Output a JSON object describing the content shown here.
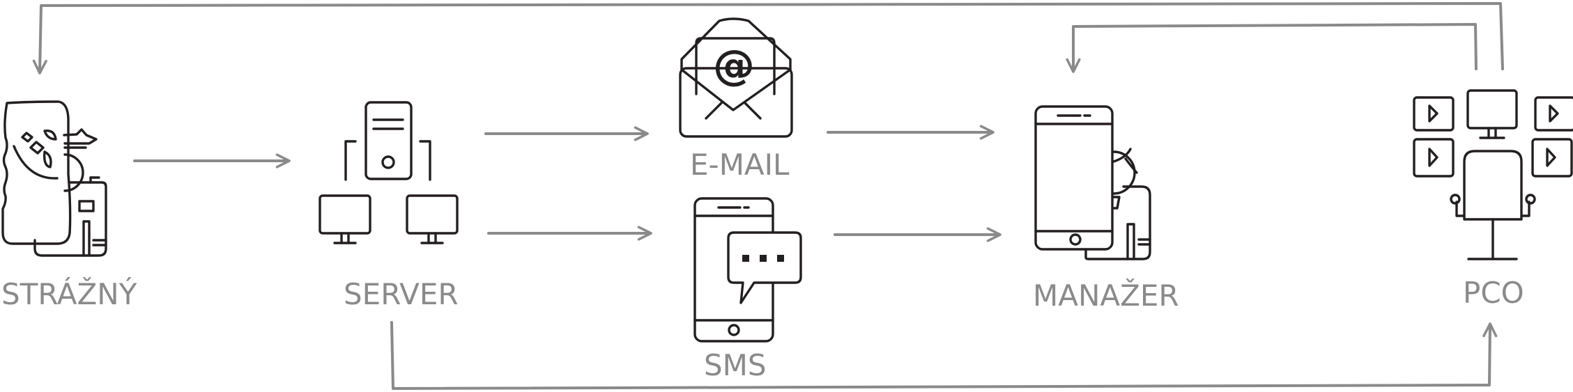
{
  "nodes": {
    "guard": {
      "label": "STRÁŽNÝ",
      "icon": "security-guard-icon"
    },
    "server": {
      "label": "SERVER",
      "icon": "server-network-icon"
    },
    "email": {
      "label": "E-MAIL",
      "icon": "email-envelope-icon"
    },
    "sms": {
      "label": "SMS",
      "icon": "sms-phone-icon"
    },
    "manager": {
      "label": "MANAŽER",
      "icon": "manager-phone-icon"
    },
    "pco": {
      "label": "PCO",
      "icon": "monitoring-center-icon"
    }
  },
  "colors": {
    "arrow": "#8a8a8a",
    "label": "#8a8a8a",
    "icon": "#231f20",
    "background": "#ffffff"
  }
}
